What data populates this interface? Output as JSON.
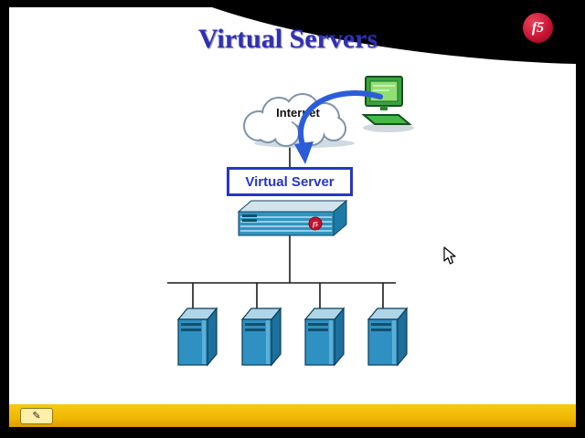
{
  "slide": {
    "title": "Virtual Servers"
  },
  "brand": {
    "logo_text": "f5"
  },
  "diagram": {
    "internet_label": "Internet",
    "virtual_server_label": "Virtual Server",
    "appliance_logo_text": "f5",
    "server_count": 4
  },
  "toolbar": {
    "pen_icon": "✎"
  },
  "colors": {
    "title-blue": "#3030b4",
    "box-blue": "#2835c4",
    "arrow-blue": "#2b5dd9",
    "bar-yellow": "#f0b704",
    "logo-red": "#c41230",
    "server-blue": "#2f90c2"
  }
}
